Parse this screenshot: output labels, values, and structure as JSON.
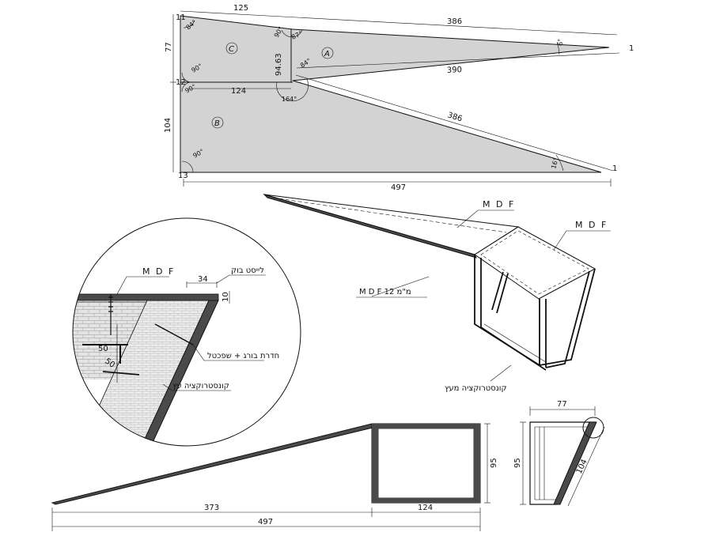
{
  "plan": {
    "dims": {
      "top_left": "125",
      "top_right": "386",
      "mid_diag": "390",
      "lower_diag": "386",
      "inner_horiz": "124",
      "overall": "497",
      "left_top": "77",
      "left_bottom": "104",
      "diag_small": "94.63"
    },
    "angles": {
      "a84_top": "84°",
      "a84_mid": "84°",
      "a87": "87°",
      "a90_1": "90°",
      "a90_2": "90°",
      "a90_3": "90°",
      "a90_4": "90°",
      "a6": "6°",
      "a16": "16°",
      "a164": "164°"
    },
    "regions": {
      "a": "A",
      "b": "B",
      "c": "C"
    },
    "points": {
      "p11": "11",
      "p12": "12",
      "p13": "13",
      "p1a": "1",
      "p1b": "1"
    }
  },
  "iso": {
    "mdf_top": "M D F",
    "mdf_box": "M D F",
    "mdf_12": "M D F 12 מ\"מ",
    "wood_frame": "קונסטרוקציה מעץ"
  },
  "detail": {
    "mdf": "M D F",
    "beech": "לייסט בוק",
    "dim34": "34",
    "dim10": "10",
    "dim50a": "50",
    "dim50b": "50",
    "screw": "חדרת בורג + שפכטל",
    "wood": "קונסטרוקציה עץ"
  },
  "side": {
    "dim373": "373",
    "dim124": "124",
    "dim497": "497",
    "dim95": "95"
  },
  "end": {
    "dim77": "77",
    "dim95": "95",
    "dim104": "104"
  }
}
